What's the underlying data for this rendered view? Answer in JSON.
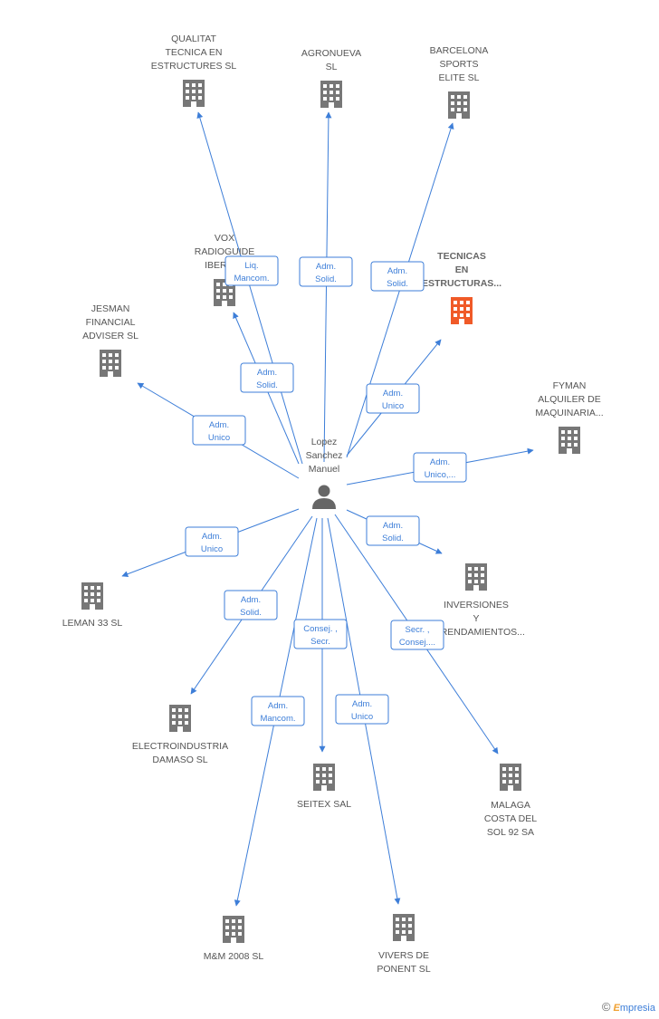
{
  "colors": {
    "edge": "#3d7ed8",
    "building": "#777777",
    "building_highlight": "#f05a28",
    "label": "#555555"
  },
  "person": {
    "label": [
      "Lopez",
      "Sanchez",
      "Manuel"
    ],
    "icon": "person-icon"
  },
  "companies": [
    {
      "id": "qualitat",
      "label": [
        "QUALITAT",
        "TECNICA EN",
        "ESTRUCTURES SL"
      ]
    },
    {
      "id": "agronueva",
      "label": [
        "AGRONUEVA",
        "SL"
      ]
    },
    {
      "id": "barcelona",
      "label": [
        "BARCELONA",
        "SPORTS",
        "ELITE  SL"
      ]
    },
    {
      "id": "vox",
      "label": [
        "VOX",
        "RADIOGUIDE",
        "IBERIC..."
      ]
    },
    {
      "id": "tecnicas",
      "label": [
        "TECNICAS",
        "EN",
        "ESTRUCTURAS..."
      ],
      "highlight": true
    },
    {
      "id": "jesman",
      "label": [
        "JESMAN",
        "FINANCIAL",
        "ADVISER  SL"
      ]
    },
    {
      "id": "fyman",
      "label": [
        "FYMAN",
        "ALQUILER DE",
        "MAQUINARIA..."
      ]
    },
    {
      "id": "inversiones",
      "label": [
        "INVERSIONES",
        "Y",
        "ARRENDAMIENTOS..."
      ]
    },
    {
      "id": "leman",
      "label": [
        "LEMAN 33 SL"
      ]
    },
    {
      "id": "electro",
      "label": [
        "ELECTROINDUSTRIA",
        "DAMASO SL"
      ]
    },
    {
      "id": "seitex",
      "label": [
        "SEITEX SAL"
      ]
    },
    {
      "id": "malaga",
      "label": [
        "MALAGA",
        "COSTA DEL",
        "SOL 92 SA"
      ]
    },
    {
      "id": "mm2008",
      "label": [
        "M&M 2008 SL"
      ]
    },
    {
      "id": "vivers",
      "label": [
        "VIVERS DE",
        "PONENT SL"
      ]
    }
  ],
  "relations": [
    {
      "target": "qualitat",
      "role": [
        "Liq.",
        "Mancom."
      ]
    },
    {
      "target": "agronueva",
      "role": [
        "Adm.",
        "Solid."
      ]
    },
    {
      "target": "barcelona",
      "role": [
        "Adm.",
        "Solid."
      ]
    },
    {
      "target": "vox",
      "role": [
        "Adm.",
        "Solid."
      ]
    },
    {
      "target": "tecnicas",
      "role": [
        "Adm.",
        "Unico"
      ]
    },
    {
      "target": "jesman",
      "role": [
        "Adm.",
        "Unico"
      ]
    },
    {
      "target": "fyman",
      "role": [
        "Adm.",
        "Unico,..."
      ]
    },
    {
      "target": "inversiones",
      "role": [
        "Adm.",
        "Solid."
      ]
    },
    {
      "target": "leman",
      "role": [
        "Adm.",
        "Unico"
      ]
    },
    {
      "target": "electro",
      "role": [
        "Adm.",
        "Solid."
      ]
    },
    {
      "target": "seitex",
      "role": [
        "Consej. ,",
        "Secr."
      ]
    },
    {
      "target": "malaga",
      "role": [
        "Secr. ,",
        "Consej...."
      ]
    },
    {
      "target": "mm2008",
      "role": [
        "Adm.",
        "Mancom."
      ]
    },
    {
      "target": "vivers",
      "role": [
        "Adm.",
        "Unico"
      ]
    }
  ],
  "footer": {
    "copyright": "©",
    "brand_initial": "E",
    "brand_rest": "mpresia"
  }
}
